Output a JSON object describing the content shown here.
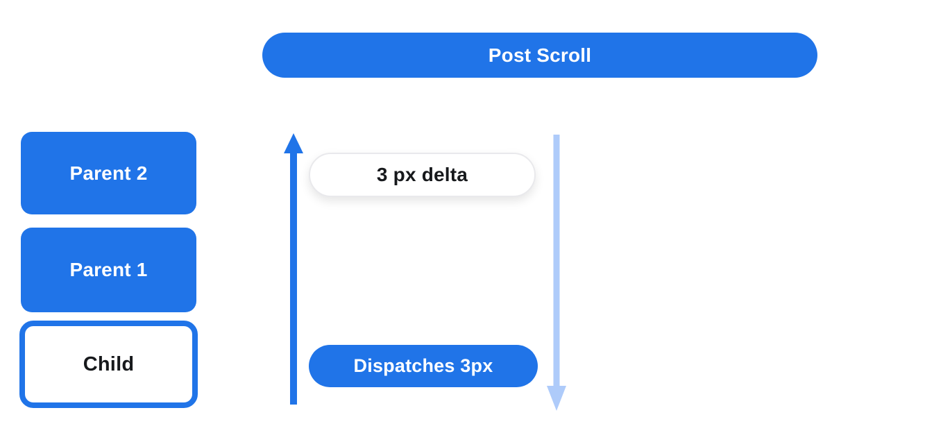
{
  "diagram": {
    "header": {
      "title": "Post Scroll"
    },
    "widget_tree": {
      "parent2_label": "Parent 2",
      "parent1_label": "Parent 1",
      "child_label": "Child"
    },
    "flow": {
      "delta_label": "3 px delta",
      "dispatch_label": "Dispatches 3px"
    },
    "icons": {
      "up_arrow": "up-arrow-icon",
      "down_arrow": "down-arrow-icon"
    },
    "colors": {
      "primary_blue": "#2074e8",
      "light_blue": "#aecbfa",
      "text_black": "#17191c",
      "pill_border": "#e9e9ec",
      "background": "#ffffff"
    }
  }
}
